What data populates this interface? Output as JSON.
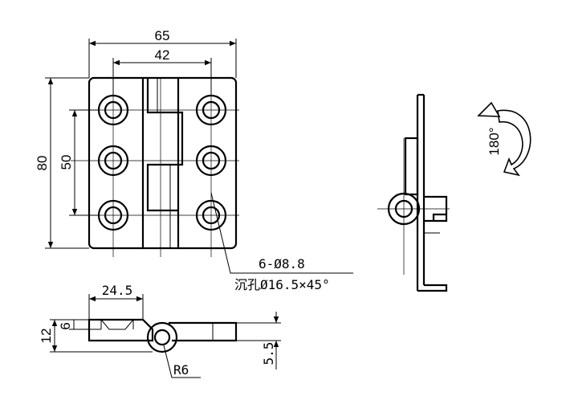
{
  "front_view": {
    "overall_width": "65",
    "hole_spacing_x": "42",
    "overall_height": "80",
    "hole_spacing_y": "50"
  },
  "hole_callout": {
    "line1": "6-Ø8.8",
    "line2": "沉孔Ø16.5×45°"
  },
  "bottom_view": {
    "offset": "24.5",
    "total_thickness": "12",
    "leaf_thickness": "6",
    "pin_offset": "5.5",
    "radius": "R6"
  },
  "side_view": {
    "rotation_label": "180°"
  }
}
